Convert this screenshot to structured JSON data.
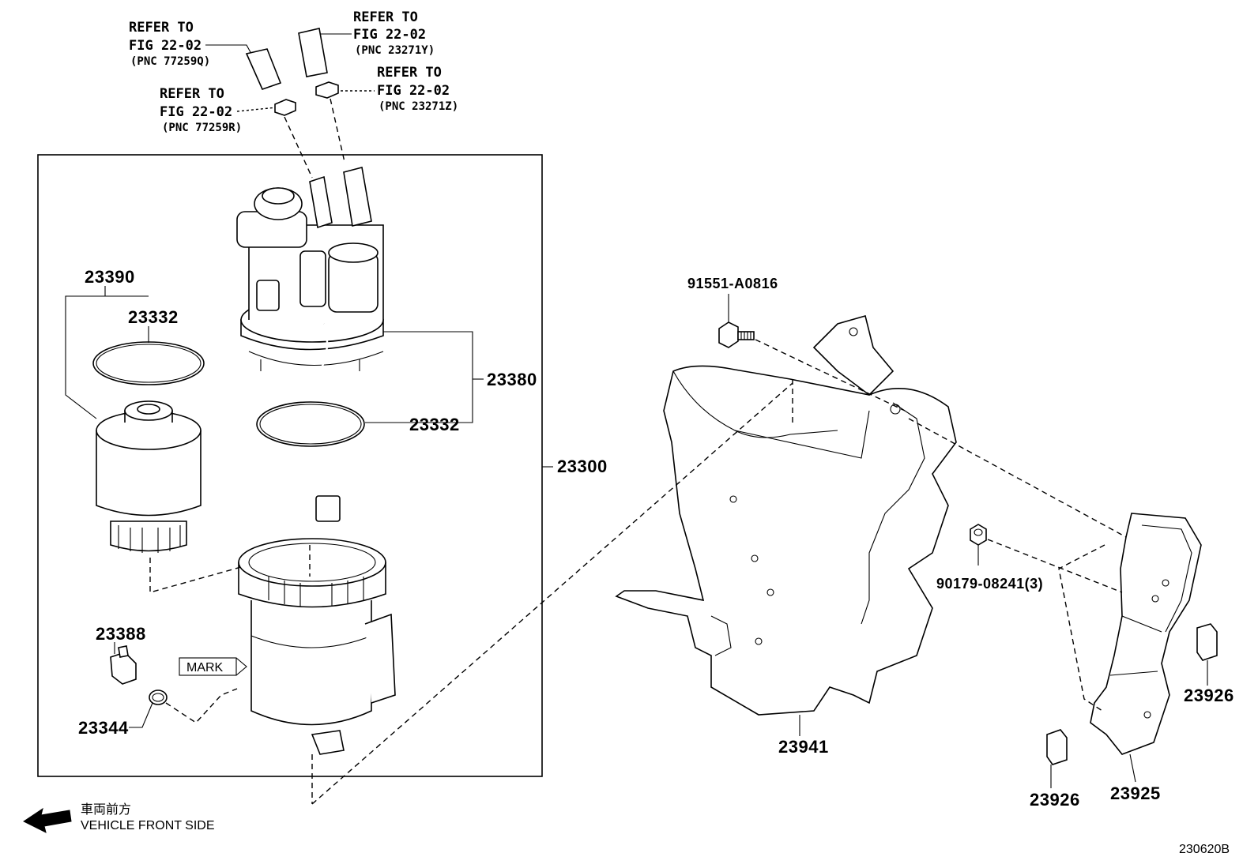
{
  "refs": {
    "ref_q": {
      "line1": "REFER TO",
      "line2": "FIG 22-02",
      "line3": "(PNC 77259Q)"
    },
    "ref_y": {
      "line1": "REFER TO",
      "line2": "FIG 22-02",
      "line3": "(PNC 23271Y)"
    },
    "ref_r": {
      "line1": "REFER TO",
      "line2": "FIG 22-02",
      "line3": "(PNC 77259R)"
    },
    "ref_z": {
      "line1": "REFER TO",
      "line2": "FIG 22-02",
      "line3": "(PNC 23271Z)"
    }
  },
  "parts": {
    "p23390": "23390",
    "p23332a": "23332",
    "p23332b": "23332",
    "p23380": "23380",
    "p23300": "23300",
    "p23388": "23388",
    "p23344": "23344",
    "p91551": "91551-A0816",
    "p90179": "90179-08241(3)",
    "p23941": "23941",
    "p23926a": "23926",
    "p23926b": "23926",
    "p23925": "23925"
  },
  "mark_label": "MARK",
  "front": {
    "jp": "車両前方",
    "en": "VEHICLE FRONT SIDE"
  },
  "figure_id": "230620B",
  "icons": {
    "front_arrow": "left-arrow-icon"
  }
}
